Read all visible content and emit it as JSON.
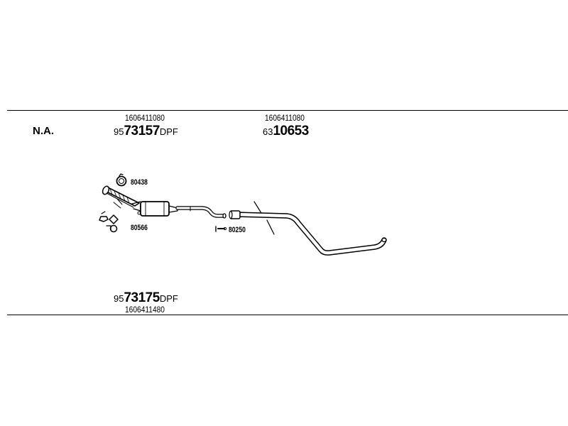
{
  "header": {
    "label": "N.A."
  },
  "top_parts": [
    {
      "oe_number": "1606411080",
      "prefix": "95",
      "main": "73157",
      "suffix": "DPF"
    },
    {
      "oe_number": "1606411080",
      "prefix": "63",
      "main": "10653",
      "suffix": ""
    }
  ],
  "bottom_part": {
    "oe_number": "1606411480",
    "prefix": "95",
    "main": "73175",
    "suffix": "DPF"
  },
  "callouts": {
    "clamp": "80438",
    "bracket_kit": "80566",
    "hanger": "80250"
  },
  "colors": {
    "line": "#000000",
    "background": "#ffffff"
  }
}
